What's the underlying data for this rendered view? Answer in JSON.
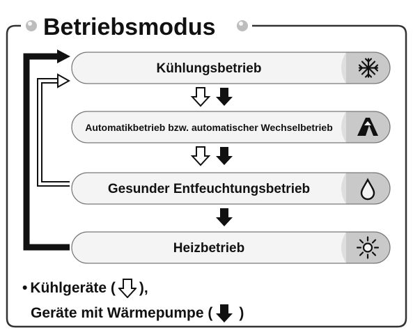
{
  "title": "Betriebsmodus",
  "modes": [
    {
      "label": "Kühlungsbetrieb",
      "icon": "snowflake-icon"
    },
    {
      "label": "Automatikbetrieb bzw. automatischer Wechselbetrieb",
      "icon": "auto-mode-icon"
    },
    {
      "label": "Gesunder Entfeuchtungsbetrieb",
      "icon": "water-drop-icon"
    },
    {
      "label": "Heizbetrieb",
      "icon": "sun-icon"
    }
  ],
  "legend": {
    "bullet": "•",
    "cooling_prefix": "Kühlgeräte (",
    "cooling_suffix": "),",
    "heatpump_prefix": "Geräte mit Wärmepumpe (",
    "heatpump_suffix": ")"
  },
  "colors": {
    "ink": "#111111",
    "pill_fill": "#f4f4f4",
    "icon_band": "#c9c9c9",
    "frame": "#333333"
  }
}
